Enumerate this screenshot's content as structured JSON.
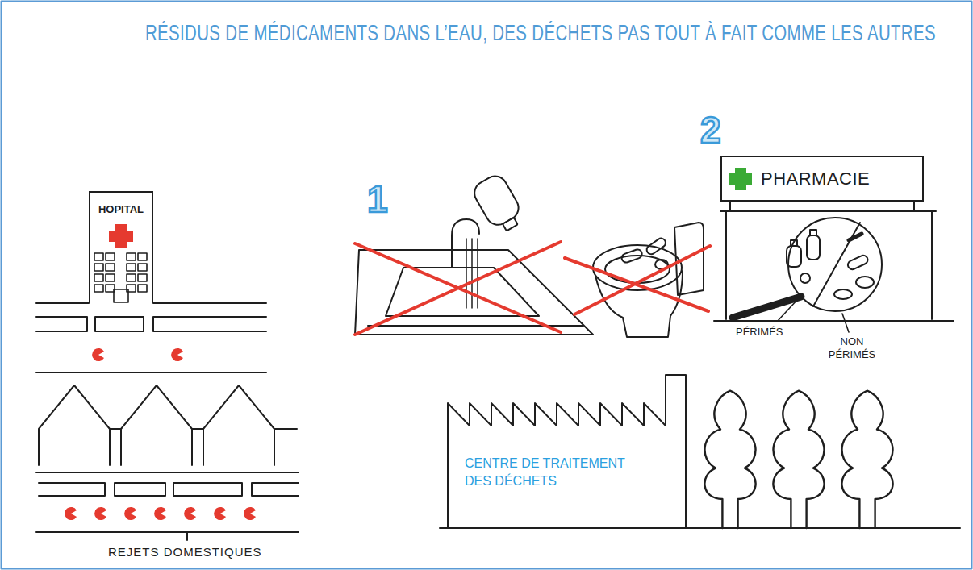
{
  "diagram": {
    "title": "RÉSIDUS DE MÉDICAMENTS DANS L’EAU, DES DÉCHETS PAS TOUT À FAIT COMME LES AUTRES",
    "nodes": [
      {
        "text": [
          "HOPITAL"
        ]
      },
      {
        "text": [
          "PHARMACIE"
        ]
      },
      {
        "text": [
          "CENTRE DE TRAITEMENT DES DÉCHETS"
        ]
      }
    ],
    "labels": [
      "1",
      "2",
      "PÉRIMÉS",
      "NON PÉRIMÉS",
      "REJETS DOMESTIQUES"
    ]
  }
}
